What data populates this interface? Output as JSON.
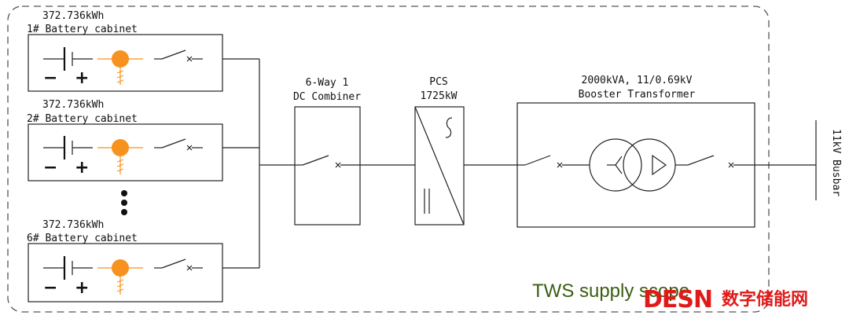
{
  "cabinets": [
    {
      "energy": "372.736kWh",
      "name": "1# Battery cabinet"
    },
    {
      "energy": "372.736kWh",
      "name": "2# Battery cabinet"
    },
    {
      "energy": "372.736kWh",
      "name": "6# Battery cabinet"
    }
  ],
  "combiner": {
    "line1": "6-Way 1",
    "line2": "DC Combiner"
  },
  "pcs": {
    "line1": "PCS",
    "line2": "1725kW"
  },
  "transformer": {
    "line1": "2000kVA, 11/0.69kV",
    "line2": "Booster Transformer"
  },
  "busbar": {
    "label": "11kV Busbar"
  },
  "battery_symbols": {
    "minus": "−",
    "plus": "+"
  },
  "scope_label": "TWS supply scope",
  "watermark": {
    "latin": "DESN",
    "chinese": "数字储能网"
  },
  "colors": {
    "battery_dot": "#f7921e",
    "scope_text": "#3a5e12",
    "watermark": "#e01a1a"
  }
}
